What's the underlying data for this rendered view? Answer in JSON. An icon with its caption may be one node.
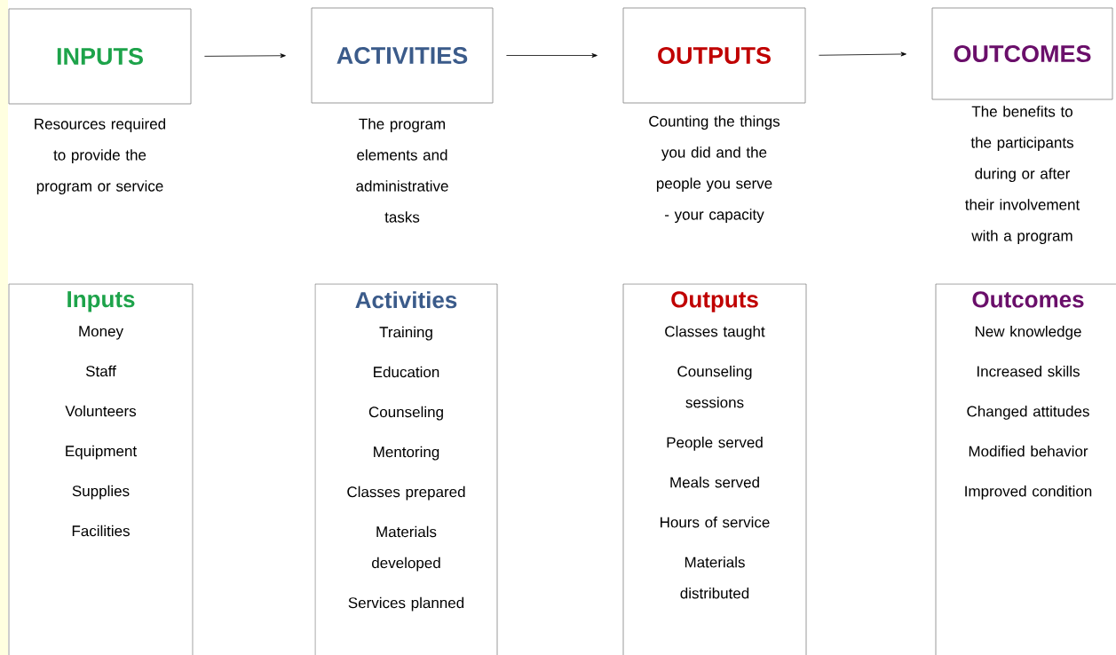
{
  "diagram": {
    "nodes": [
      {
        "text": [
          "INPUTS"
        ],
        "beside": [
          "Resources required to provide the program or service"
        ]
      },
      {
        "text": [
          "ACTIVITIES"
        ],
        "beside": [
          "The program elements and administrative tasks"
        ]
      },
      {
        "text": [
          "OUTPUTS"
        ],
        "beside": [
          "Counting the things you did and the people you serve - your capacity"
        ]
      },
      {
        "text": [
          "OUTCOMES"
        ],
        "beside": [
          "The benefits to the participants during or after their involvement with a program"
        ]
      },
      {
        "text": [
          "Inputs",
          "Money",
          "Staff",
          "Volunteers",
          "Equipment",
          "Supplies",
          "Facilities"
        ]
      },
      {
        "text": [
          "Activities",
          "Training",
          "Education",
          "Counseling",
          "Mentoring",
          "Classes prepared",
          "Materials developed",
          "Services planned"
        ]
      },
      {
        "text": [
          "Outputs",
          "Classes taught",
          "Counseling sessions",
          "People served",
          "Meals served",
          "Hours of service",
          "Materials distributed"
        ]
      },
      {
        "text": [
          "Outcomes",
          "New knowledge",
          "Increased skills",
          "Changed attitudes",
          "Modified behavior",
          "Improved condition"
        ]
      }
    ],
    "edges": [
      {
        "from": 0,
        "to": 1,
        "arrow": "to"
      },
      {
        "from": 1,
        "to": 2,
        "arrow": "to"
      },
      {
        "from": 2,
        "to": 3,
        "arrow": "to"
      }
    ]
  }
}
